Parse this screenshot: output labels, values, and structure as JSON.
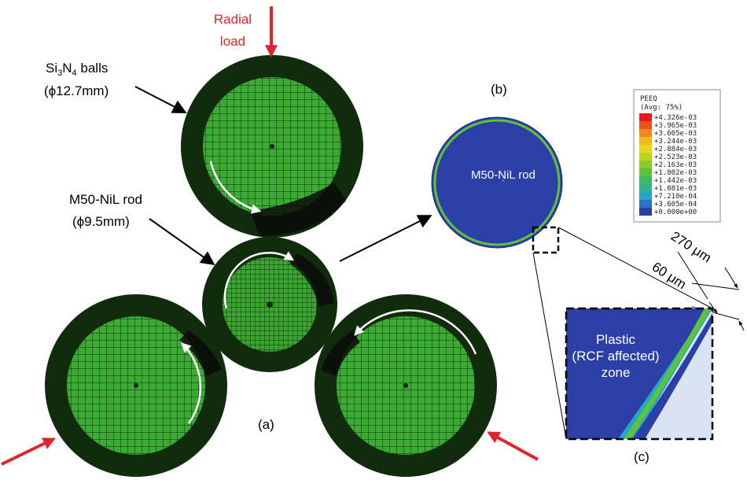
{
  "labels": {
    "radial_load_line1": "Radial",
    "radial_load_line2": "load",
    "balls_line1_pre": "Si",
    "balls_sub1": "3",
    "balls_line1_mid": "N",
    "balls_sub2": "4",
    "balls_line1_post": " balls",
    "balls_line2": "(ϕ12.7mm)",
    "rod_line1": "M50-NiL rod",
    "rod_line2": "(ϕ9.5mm)",
    "panel_a": "(a)",
    "panel_b": "(b)",
    "panel_c": "(c)",
    "rod_in_contour": "M50-NiL rod",
    "dim_outer": "270 μm",
    "dim_inner": "60 μm",
    "zone_line1": "Plastic",
    "zone_line2": "(RCF affected)",
    "zone_line3": "zone"
  },
  "legend": {
    "title": "PEEQ",
    "subtitle": "(Avg: 75%)",
    "entries": [
      {
        "value": "+4.326e-03",
        "color": "#e8191a"
      },
      {
        "value": "+3.965e-03",
        "color": "#f0501a"
      },
      {
        "value": "+3.605e-03",
        "color": "#f5871e"
      },
      {
        "value": "+3.244e-03",
        "color": "#f6b81f"
      },
      {
        "value": "+2.884e-03",
        "color": "#e7d81b"
      },
      {
        "value": "+2.523e-03",
        "color": "#bcd51c"
      },
      {
        "value": "+2.163e-03",
        "color": "#8ecb2a"
      },
      {
        "value": "+1.802e-03",
        "color": "#5fc23b"
      },
      {
        "value": "+1.442e-03",
        "color": "#3fbb5a"
      },
      {
        "value": "+1.081e-03",
        "color": "#2db38e"
      },
      {
        "value": "+7.210e-04",
        "color": "#22a8c6"
      },
      {
        "value": "+3.605e-04",
        "color": "#2a72c9"
      },
      {
        "value": "+0.000e+00",
        "color": "#2b3fa6"
      }
    ]
  },
  "colors": {
    "mesh_fill": "#3cab33",
    "mesh_line": "#0d2a0b",
    "mesh_rim": "#0f2a0c",
    "contour_blue": "#2b3fa6",
    "arrow_red": "#e0252a"
  }
}
